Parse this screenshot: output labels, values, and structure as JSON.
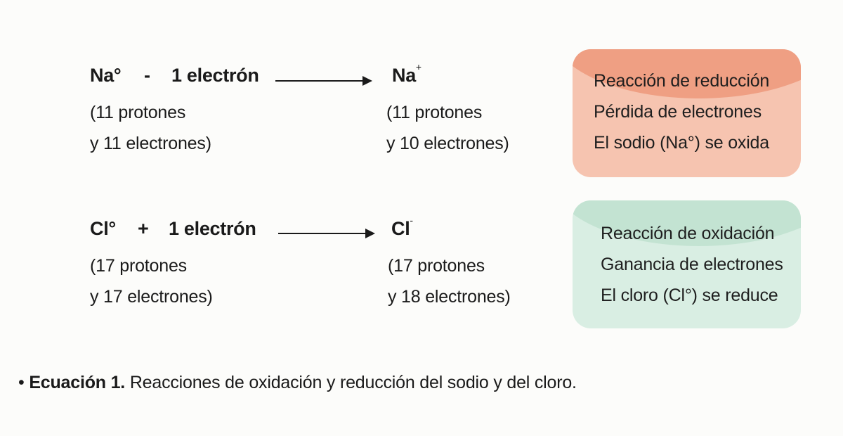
{
  "na": {
    "left_atom": "Na°",
    "op": "-",
    "electron": "1 electrón",
    "right_atom": "Na",
    "right_charge": "+",
    "left_line1": "(11 protones",
    "left_line2": "y 11 electrones)",
    "right_line1": "(11 protones",
    "right_line2": "y 10 electrones)",
    "box_line1": "Reacción de reducción",
    "box_line2": "Pérdida de electrones",
    "box_line3": "El sodio (Na°) se oxida",
    "box_color": "#f6c4b0"
  },
  "cl": {
    "left_atom": "Cl°",
    "op": "+",
    "electron": "1 electrón",
    "right_atom": "Cl",
    "right_charge": "-",
    "left_line1": "(17 protones",
    "left_line2": "y 17 electrones)",
    "right_line1": "(17 protones",
    "right_line2": "y 18 electrones)",
    "box_line1": "Reacción de oxidación",
    "box_line2": "Ganancia de electrones",
    "box_line3": "El cloro (Cl°) se reduce",
    "box_color": "#d9eee3"
  },
  "caption": {
    "bullet": "•",
    "label": "Ecuación 1.",
    "text": "Reacciones de oxidación y reducción del sodio y del cloro."
  }
}
